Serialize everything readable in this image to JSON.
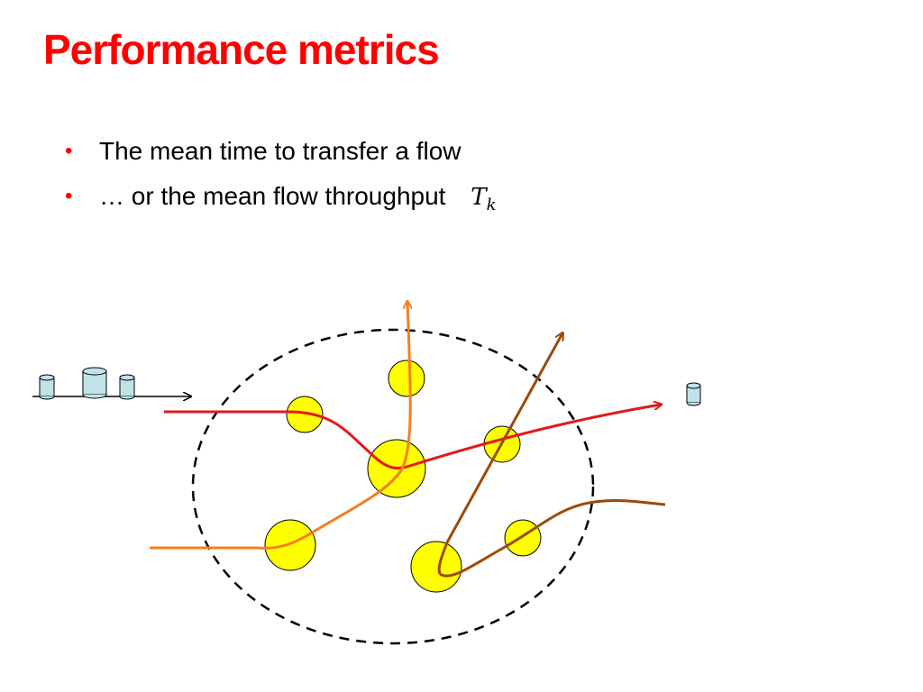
{
  "slide": {
    "title": "Performance metrics",
    "bullets": [
      {
        "text": "The mean time to transfer a flow"
      },
      {
        "text": "… or the mean flow throughput",
        "math_base": "T",
        "math_sub": "k"
      }
    ]
  },
  "colors": {
    "title": "#ff0000",
    "bullet": "#ff0000",
    "node_fill": "#ffff00",
    "flow_red": "#e8171b",
    "flow_orange": "#f47f20",
    "flow_brown": "#9c4a0a",
    "packet_fill": "#bfe3e8"
  }
}
